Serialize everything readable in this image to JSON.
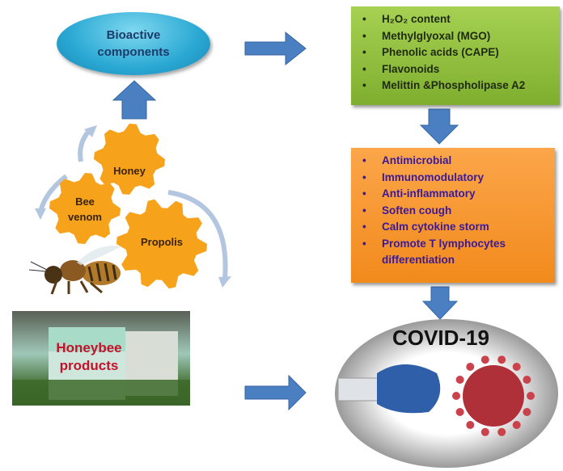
{
  "bioactive": {
    "line1": "Bioactive",
    "line2": "components"
  },
  "gears": {
    "honey": "Honey",
    "bee_venom_1": "Bee",
    "bee_venom_2": "venom",
    "propolis": "Propolis"
  },
  "hive": {
    "line1": "Honeybee",
    "line2": "products"
  },
  "components": [
    "H₂O₂ content",
    "Methylglyoxal (MGO)",
    "Phenolic acids (CAPE)",
    "Flavonoids",
    "Melittin &Phospholipase A2"
  ],
  "effects": [
    "Antimicrobial",
    "Immunomodulatory",
    "Anti-inflammatory",
    "Soften cough",
    "Calm cytokine storm",
    "Promote T lymphocytes differentiation"
  ],
  "target": "COVID-19",
  "colors": {
    "arrow": "#4a7fc1",
    "gear": "#f7a21b",
    "green": "#92c23e",
    "orange": "#f7961f",
    "effect_text": "#3b1a9a",
    "hive_text": "#c3122a"
  }
}
